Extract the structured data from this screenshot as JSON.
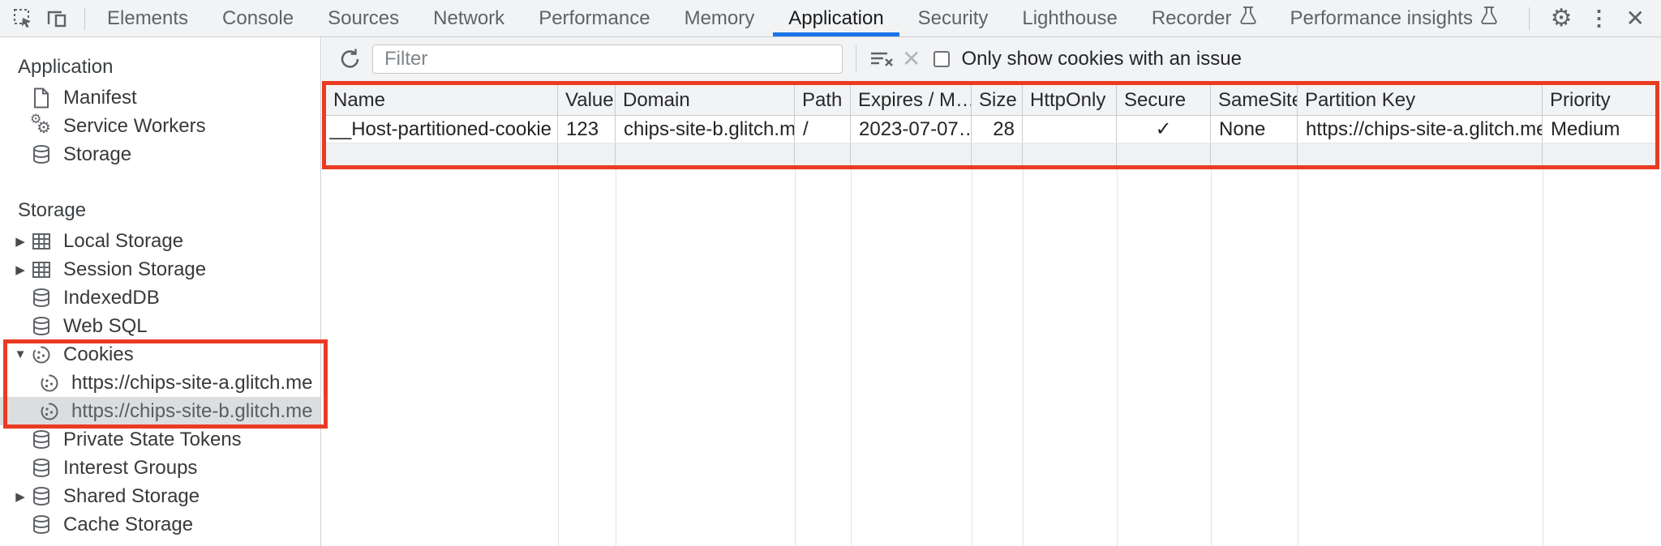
{
  "window": {
    "tabs": [
      {
        "label": "Elements"
      },
      {
        "label": "Console"
      },
      {
        "label": "Sources"
      },
      {
        "label": "Network"
      },
      {
        "label": "Performance"
      },
      {
        "label": "Memory"
      },
      {
        "label": "Application"
      },
      {
        "label": "Security"
      },
      {
        "label": "Lighthouse"
      },
      {
        "label": "Recorder",
        "experiment_icon": "flask-icon"
      },
      {
        "label": "Performance insights",
        "experiment_icon": "flask-icon"
      }
    ],
    "selected_tab": "Application",
    "left_icons": [
      "inspect-icon",
      "device-toolbar-icon"
    ],
    "right_icons": [
      "gear-icon",
      "kebab-menu-icon",
      "close-icon"
    ]
  },
  "sidebar": {
    "sections": [
      {
        "title": "Application",
        "items": [
          {
            "label": "Manifest",
            "icon": "document-icon"
          },
          {
            "label": "Service Workers",
            "icon": "gears-icon"
          },
          {
            "label": "Storage",
            "icon": "database-icon"
          }
        ]
      },
      {
        "title": "Storage",
        "items": [
          {
            "label": "Local Storage",
            "icon": "grid-icon",
            "caret": "collapsed"
          },
          {
            "label": "Session Storage",
            "icon": "grid-icon",
            "caret": "collapsed"
          },
          {
            "label": "IndexedDB",
            "icon": "database-icon"
          },
          {
            "label": "Web SQL",
            "icon": "database-icon"
          },
          {
            "label": "Cookies",
            "icon": "cookie-icon",
            "caret": "expanded",
            "children": [
              {
                "label": "https://chips-site-a.glitch.me",
                "icon": "cookie-icon"
              },
              {
                "label": "https://chips-site-b.glitch.me",
                "icon": "cookie-icon",
                "selected": true
              }
            ]
          },
          {
            "label": "Private State Tokens",
            "icon": "database-icon"
          },
          {
            "label": "Interest Groups",
            "icon": "database-icon"
          },
          {
            "label": "Shared Storage",
            "icon": "database-icon",
            "caret": "collapsed"
          },
          {
            "label": "Cache Storage",
            "icon": "database-icon"
          }
        ]
      }
    ],
    "selected_item": "https://chips-site-b.glitch.me"
  },
  "toolbar": {
    "refresh_icon": "refresh-icon",
    "filter_placeholder": "Filter",
    "filter_value": "",
    "clear_filter_icon": "clear-filter-icon",
    "clear_icon": "close-icon",
    "issue_checkbox_checked": false,
    "issue_checkbox_label": "Only show cookies with an issue"
  },
  "cookie_table": {
    "columns": [
      "Name",
      "Value",
      "Domain",
      "Path",
      "Expires / M…",
      "Size",
      "HttpOnly",
      "Secure",
      "SameSite",
      "Partition Key",
      "Priority"
    ],
    "rows": [
      {
        "name": "__Host-partitioned-cookie",
        "value": "123",
        "domain": "chips-site-b.glitch.me",
        "path": "/",
        "expires": "2023-07-07…",
        "size": "28",
        "http_only": "",
        "secure": "✓",
        "same_site": "None",
        "partition_key": "https://chips-site-a.glitch.me",
        "priority": "Medium"
      }
    ]
  },
  "annotations": {
    "highlight_color": "#ea3b23",
    "highlighted_regions": [
      "cookies-tree-section",
      "cookie-table-row"
    ]
  },
  "colors": {
    "accent_blue": "#1a73e8",
    "toolbar_bg": "#f2f3f4",
    "selected_row_bg": "#dcddde"
  }
}
